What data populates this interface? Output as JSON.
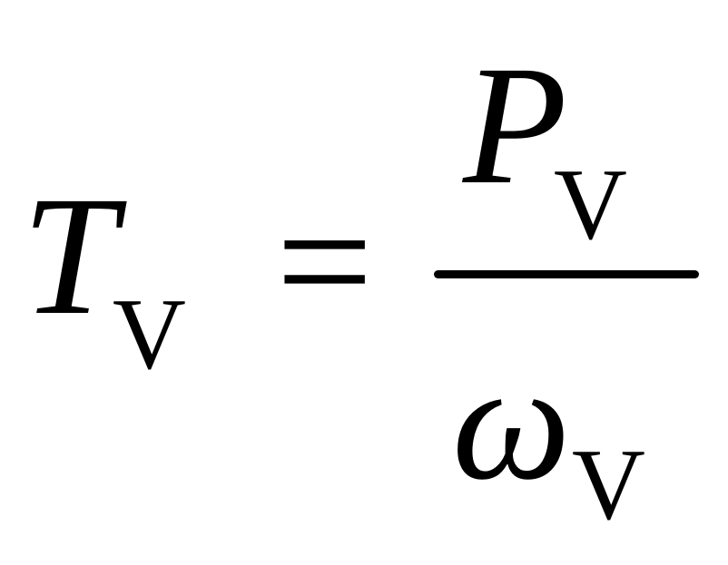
{
  "formula": {
    "lhs": {
      "symbol": "T",
      "subscript": "V"
    },
    "operator": "=",
    "rhs": {
      "numerator": {
        "symbol": "P",
        "subscript": "V"
      },
      "denominator": {
        "symbol": "ω",
        "subscript": "V"
      }
    }
  }
}
